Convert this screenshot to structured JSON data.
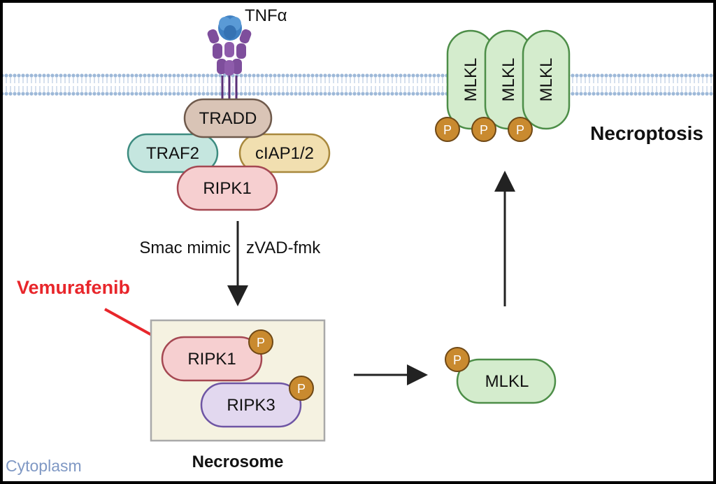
{
  "receptor": {
    "ligand_label": "TNFα"
  },
  "complex": {
    "tradd": "TRADD",
    "traf2": "TRAF2",
    "ciap": "cIAP1/2",
    "ripk1": "RIPK1"
  },
  "treatment": {
    "left": "Smac mimic",
    "right": "zVAD-fmk"
  },
  "inhibitor": {
    "label": "Vemurafenib",
    "color": "#e8262b"
  },
  "necrosome": {
    "ripk1": "RIPK1",
    "ripk3": "RIPK3",
    "phospho": "P",
    "title": "Necrosome"
  },
  "mlkl_single": {
    "label": "MLKL",
    "phospho": "P"
  },
  "mlkl_oligomer": {
    "labels": [
      "MLKL",
      "MLKL",
      "MLKL"
    ],
    "phospho": [
      "P",
      "P",
      "P"
    ]
  },
  "outcome": {
    "label": "Necroptosis"
  },
  "compartment": {
    "label": "Cytoplasm"
  },
  "colors": {
    "tradd": "#d9c4b6",
    "traf2": "#c5e6df",
    "ciap": "#f1dfb0",
    "ripk1": "#f6cfd0",
    "ripk3": "#e2d8ef",
    "mlkl": "#d4eccd",
    "phospho": "#c98a2f",
    "receptor": "#7e4e9c",
    "ligand": "#3f80c2",
    "membrane": "#9db8d8"
  }
}
